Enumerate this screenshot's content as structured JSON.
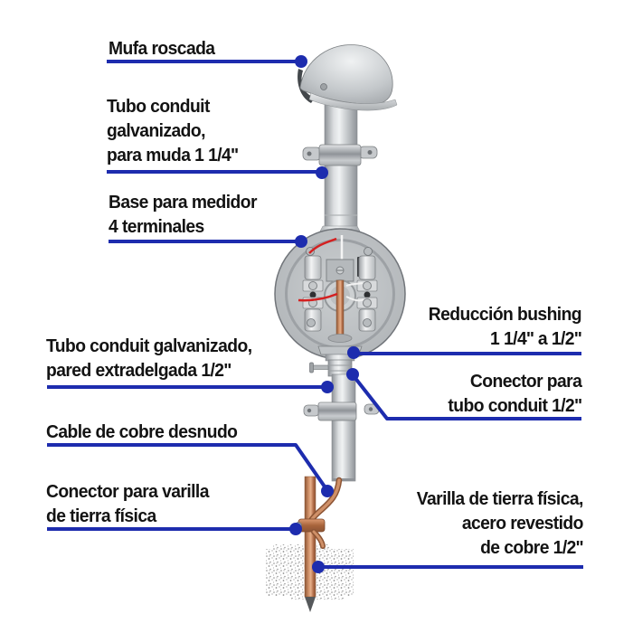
{
  "figure": {
    "type": "installation-diagram",
    "language": "es",
    "background": "#ffffff"
  },
  "colors": {
    "leader_line": "#1d2cae",
    "label_text": "#131313",
    "steel_light": "#eef0f1",
    "steel_dark": "#8f9398",
    "copper": "#c98a64",
    "wire_red": "#d42020",
    "soil_speckle": "#949494"
  },
  "labels": {
    "mufa": "Mufa roscada",
    "riser_conduit": "Tubo conduit\ngalvanizado,\npara muda 1 1/4''",
    "meter_base": "Base para medidor\n4 terminales",
    "reducer_bushing": "Reducción bushing\n1 1/4'' a 1/2''",
    "thin_conduit": "Tubo conduit galvanizado,\npared extradelgada 1/2''",
    "conduit_connector": "Conector para\ntubo conduit 1/2''",
    "bare_copper_cable": "Cable de cobre desnudo",
    "rod_connector": "Conector para varilla\nde tierra física",
    "ground_rod": "Varilla de tierra física,\nacero revestido\nde cobre 1/2''"
  }
}
